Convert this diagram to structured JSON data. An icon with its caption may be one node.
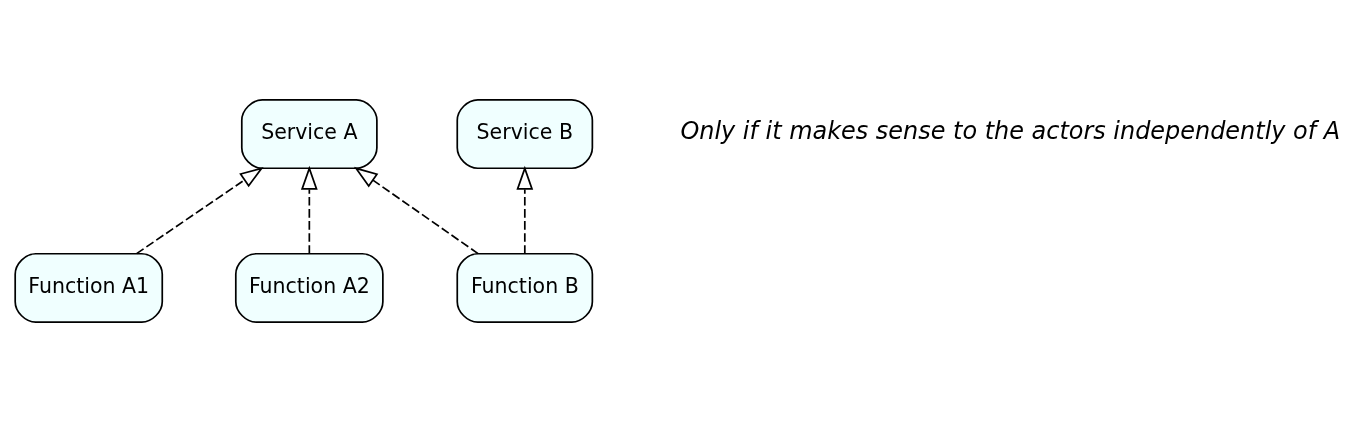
{
  "diagram": {
    "nodes": [
      {
        "text": [
          "Service A"
        ]
      },
      {
        "text": [
          "Service B"
        ]
      },
      {
        "text": [
          "Function A1"
        ]
      },
      {
        "text": [
          "Function A2"
        ]
      },
      {
        "text": [
          "Function B"
        ]
      }
    ],
    "edges": [
      {
        "from": 2,
        "to": 0,
        "arrow": "to",
        "style": "dashed"
      },
      {
        "from": 3,
        "to": 0,
        "arrow": "to",
        "style": "dashed"
      },
      {
        "from": 4,
        "to": 0,
        "arrow": "to",
        "style": "dashed"
      },
      {
        "from": 4,
        "to": 1,
        "arrow": "to",
        "style": "dashed"
      }
    ],
    "labels": [
      "Only if it makes sense to the actors independently of A"
    ]
  }
}
